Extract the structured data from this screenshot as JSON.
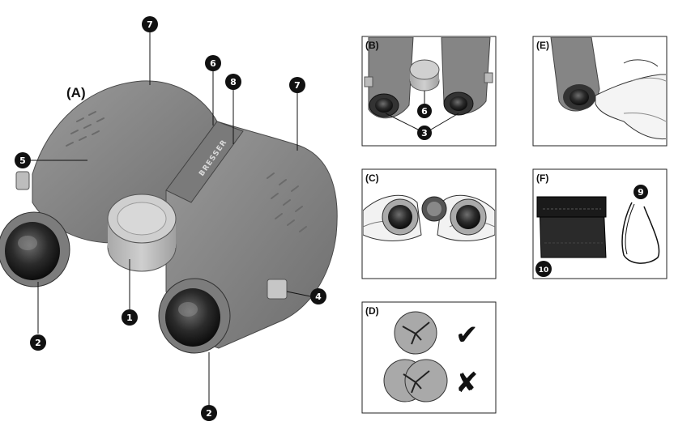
{
  "main": {
    "label": "(A)",
    "brand": "BRESSER",
    "callouts": {
      "c1": "1",
      "c2a": "2",
      "c2b": "2",
      "c4": "4",
      "c5": "5",
      "c6": "6",
      "c7a": "7",
      "c7b": "7",
      "c8": "8"
    }
  },
  "panels": {
    "b": {
      "label": "(B)",
      "callouts": {
        "c3": "3",
        "c6": "6"
      }
    },
    "c": {
      "label": "(C)"
    },
    "d": {
      "label": "(D)",
      "correct_mark": "✔",
      "wrong_mark": "✘"
    },
    "e": {
      "label": "(E)"
    },
    "f": {
      "label": "(F)",
      "callouts": {
        "c9": "9",
        "c10": "10"
      }
    }
  },
  "colors": {
    "body": "#8c8c8c",
    "body_dark": "#6e6e6e",
    "cap": "#bdbdbd",
    "lens": "#2a2a2a",
    "callout_bg": "#111111"
  }
}
